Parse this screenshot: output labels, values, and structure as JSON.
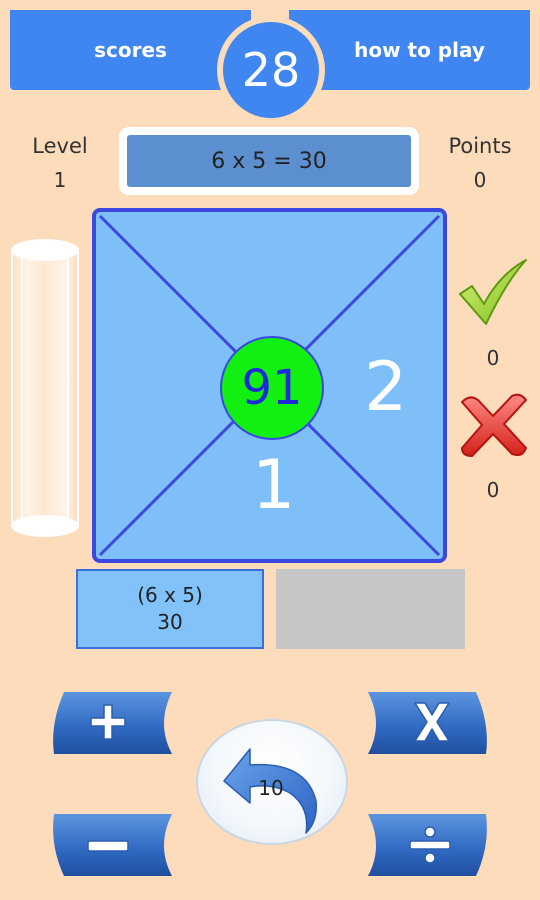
{
  "header": {
    "scores_label": "scores",
    "how_to_play_label": "how to play",
    "timer_value": "28"
  },
  "stats": {
    "level_label": "Level",
    "level_value": "1",
    "points_label": "Points",
    "points_value": "0"
  },
  "equation": "6 x 5 = 30",
  "board": {
    "center_number": "91",
    "right_number": "2",
    "bottom_number": "1",
    "center_color": "#12f012",
    "board_color": "#7fbff9",
    "line_color": "#3a48e0"
  },
  "results": {
    "correct_count": "0",
    "wrong_count": "0"
  },
  "answers": {
    "slot1_expression": "(6 x 5)",
    "slot1_value": "30"
  },
  "controls": {
    "plus_symbol": "+",
    "minus_symbol": "−",
    "times_symbol": "X",
    "divide_symbol": "÷",
    "undo_count": "10"
  },
  "colors": {
    "background": "#fcdcba",
    "accent_blue": "#3f86f0"
  }
}
